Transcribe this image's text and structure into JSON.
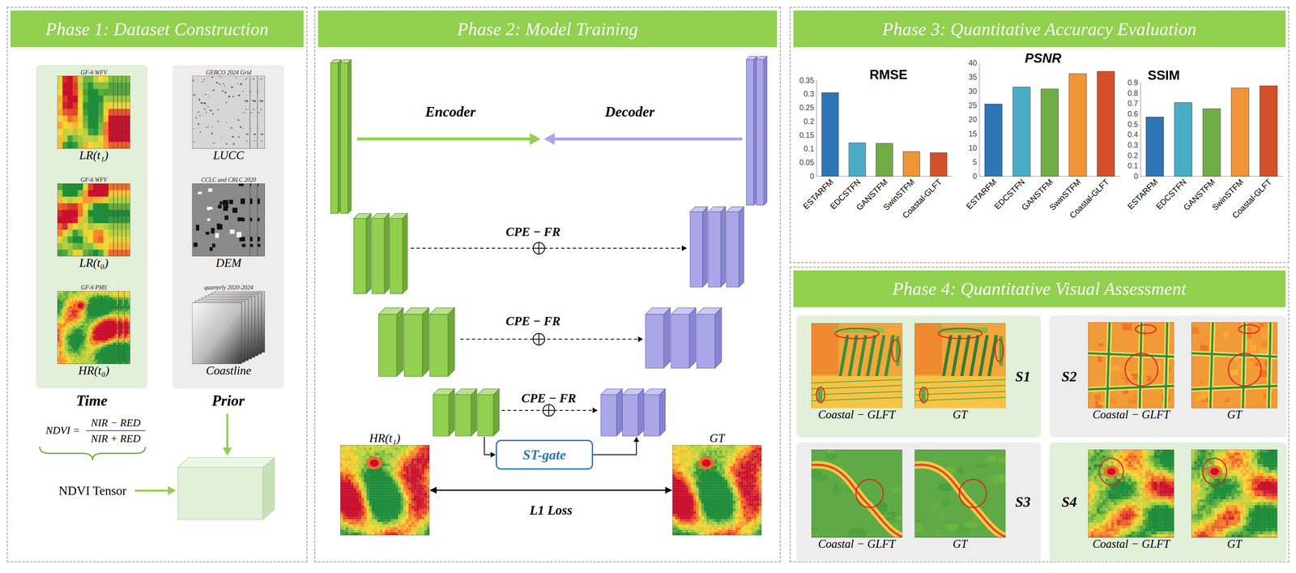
{
  "diagram": {
    "nodes": [
      {
        "text": [
          "Phase 1: Dataset Construction"
        ]
      },
      {
        "text": [
          "Time"
        ],
        "in": 0
      },
      {
        "text": [
          "GF-6 WFV",
          "LR(t₁)"
        ],
        "in": 1
      },
      {
        "text": [
          "GF-6 WFV",
          "LR(t₀)"
        ],
        "in": 1
      },
      {
        "text": [
          "GF-6 PMS",
          "HR(t₀)"
        ],
        "in": 1
      },
      {
        "text": [
          "Prior"
        ],
        "in": 0
      },
      {
        "text": [
          "GEBCO 2024 Grid",
          "LUCC"
        ],
        "in": 5
      },
      {
        "text": [
          "CCLC and CRLC 2020",
          "DEM"
        ],
        "in": 5
      },
      {
        "text": [
          "quarterly 2020-2024",
          "Coastline"
        ],
        "in": 5
      },
      {
        "text": [
          "Phase 2: Model Training"
        ]
      },
      {
        "text": [
          "ST-gate"
        ],
        "in": 9
      },
      {
        "text": [
          "HR(t₁)"
        ],
        "in": 9
      },
      {
        "text": [
          "GT"
        ],
        "in": 9
      },
      {
        "text": [
          "Phase 3: Quantitative Accuracy Evaluation"
        ]
      },
      {
        "text": [
          "Phase 4: Quantitative Visual Assessment"
        ]
      },
      {
        "text": [
          "S1"
        ],
        "in": 14
      },
      {
        "text": [
          "Coastal − GLFT"
        ],
        "in": 15
      },
      {
        "text": [
          "GT"
        ],
        "in": 15
      },
      {
        "text": [
          "S2"
        ],
        "in": 14
      },
      {
        "text": [
          "Coastal − GLFT"
        ],
        "in": 18
      },
      {
        "text": [
          "GT"
        ],
        "in": 18
      },
      {
        "text": [
          "S3"
        ],
        "in": 14
      },
      {
        "text": [
          "Coastal − GLFT"
        ],
        "in": 21
      },
      {
        "text": [
          "GT"
        ],
        "in": 21
      },
      {
        "text": [
          "S4"
        ],
        "in": 14
      },
      {
        "text": [
          "Coastal − GLFT"
        ],
        "in": 24
      },
      {
        "text": [
          "GT"
        ],
        "in": 24
      }
    ],
    "edges": [
      {
        "from": 11,
        "to": 12,
        "arrow": "both",
        "label": "L1 Loss"
      }
    ],
    "labels": [
      "NDVI =",
      "NIR − RED",
      "NIR + RED",
      "NDVI Tensor",
      "Encoder",
      "Decoder",
      "CPE − FR",
      "CPE − FR",
      "CPE − FR",
      "RMSE",
      "0",
      "0.05",
      "0.1",
      "0.15",
      "0.2",
      "0.25",
      "0.3",
      "0.35",
      "ESTARFM",
      "EDCSTFN",
      "GANSTFM",
      "SwinSTFM",
      "Coastal-GLFT",
      "PSNR",
      "0",
      "5",
      "10",
      "15",
      "20",
      "25",
      "30",
      "35",
      "40",
      "ESTARFM",
      "EDCSTFN",
      "GANSTFM",
      "SwinSTFM",
      "Coastal-GLFT",
      "SSIM",
      "0",
      "0.1",
      "0.2",
      "0.3",
      "0.4",
      "0.5",
      "0.6",
      "0.7",
      "0.8",
      "0.9",
      "ESTARFM",
      "EDCSTFN",
      "GANSTFM",
      "SwinSTFM",
      "Coastal-GLFT"
    ]
  }
}
